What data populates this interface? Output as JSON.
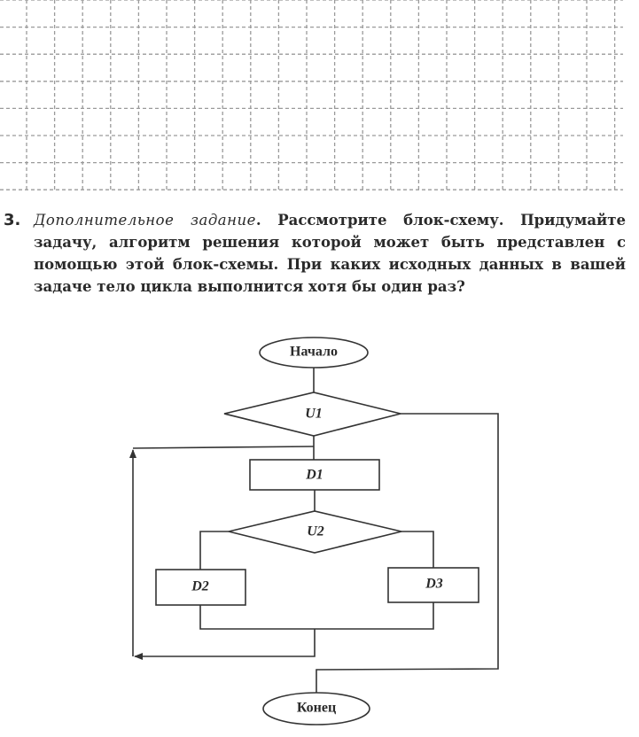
{
  "task": {
    "number": "3.",
    "title": "Дополнительное задание",
    "text": ". Рассмотрите блок-схему. Придумайте задачу, алгоритм решения которой может быть представлен с помощью этой блок-схемы. При каких исходных данных в вашей задаче тело цикла выполнится хотя бы один раз?"
  },
  "flowchart": {
    "start": "Начало",
    "condition1": "U1",
    "action1": "D1",
    "condition2": "U2",
    "action2": "D2",
    "action3": "D3",
    "end": "Конец"
  }
}
